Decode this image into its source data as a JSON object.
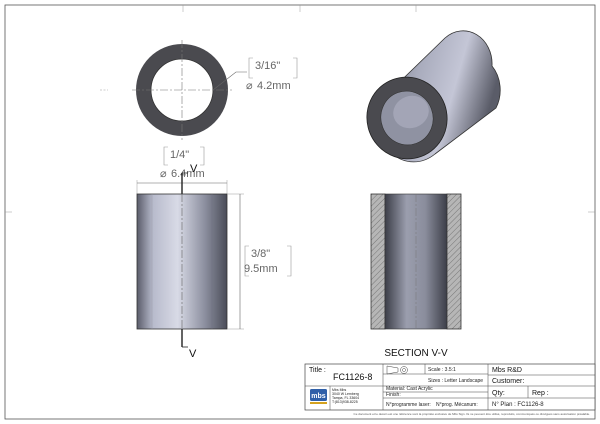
{
  "views": {
    "top_dim_outer_fraction": "3/16\"",
    "top_dim_outer_mm": "4.2mm",
    "front_dim_diameter_fraction": "1/4\"",
    "front_dim_diameter_mm": "6.4mm",
    "front_dim_height_fraction": "3/8\"",
    "front_dim_height_mm": "9.5mm",
    "section_marker": "V",
    "section_label": "SECTION V-V"
  },
  "title_block": {
    "title_label": "Title :",
    "title_value": "FC1126-8",
    "scale": "Scale : 3.5:1",
    "size": "Sizes : Letter Landscape",
    "material": "Material: Cast Acrylic",
    "finish": "Finish:",
    "prog_laser": "N°programme laser:",
    "prog_mecanum": "N°prog. Mécanum:",
    "company": "Mbs R&D",
    "customer": "Customer:",
    "qty": "Qty:",
    "rep": "Rep :",
    "plan_no": "N° Plan : FC1126-8",
    "logo_letters": "mbs",
    "address": [
      "Mbs Mbs",
      "3040 W Lemberg",
      "Tampa, FL 33604",
      "T:(813)938-8225"
    ],
    "footer_note": "Ce document et le dessin est une référence sont la propriété exclusive de Mbs Sign. Ils ne peuvent être utilisé, reproduits, communiqués ou divulgués sans autorisation préalable."
  },
  "colors": {
    "border": "#555555",
    "dim_text": "#666666",
    "ring": "#4a4a4f",
    "body_light": "#c4c6d6",
    "body_dark": "#50525f",
    "hatch": "#777777"
  }
}
